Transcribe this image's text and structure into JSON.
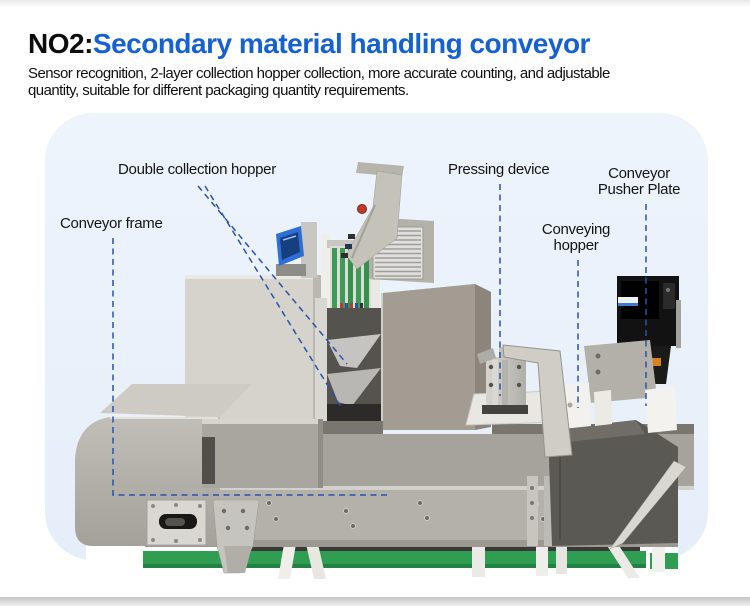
{
  "header": {
    "section_number": "NO2:",
    "title": "Secondary material handling conveyor",
    "description": "Sensor recognition, 2-layer collection hopper collection, more accurate counting, and adjustable quantity, suitable for different packaging quantity requirements."
  },
  "callouts": {
    "double_collection_hopper": "Double collection hopper",
    "conveyor_frame": "Conveyor frame",
    "pressing_device": "Pressing device",
    "conveyor_pusher_plate": "Conveyor Pusher Plate",
    "conveying_hopper": "Conveying hopper"
  },
  "colors": {
    "title_accent": "#1661d2",
    "callout_line": "#2a52ab",
    "panel_background": "#eaf1fb",
    "floor_green": "#2f9e53"
  }
}
